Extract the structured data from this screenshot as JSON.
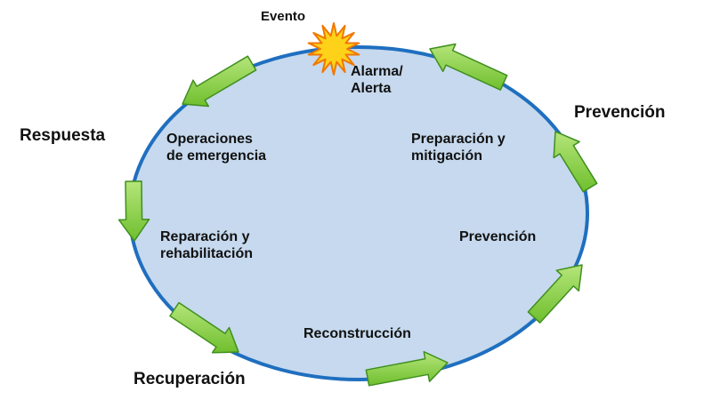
{
  "event": "Evento",
  "phases": {
    "respuesta": "Respuesta",
    "recuperacion": "Recuperación",
    "prevencion": "Prevención"
  },
  "stages": {
    "alarma_1": "Alarma/",
    "alarma_2": "Alerta",
    "operaciones_1": "Operaciones",
    "operaciones_2": "de emergencia",
    "reparacion_1": "Reparación y",
    "reparacion_2": "rehabilitación",
    "reconstruccion": "Reconstrucción",
    "prevencion": "Prevención",
    "preparacion_1": "Preparación y",
    "preparacion_2": "mitigación"
  },
  "colors": {
    "circle_fill": "#c6d9ee",
    "circle_stroke": "#1f6fbf",
    "arrow_fill": "#8ed14a",
    "arrow_stroke": "#3f8f1f",
    "burst_fill": "#ffd21a",
    "burst_stroke": "#f07800"
  },
  "icons": {
    "event_marker": "starburst-icon",
    "cycle_arrows": "cycle-arrow-icon"
  }
}
